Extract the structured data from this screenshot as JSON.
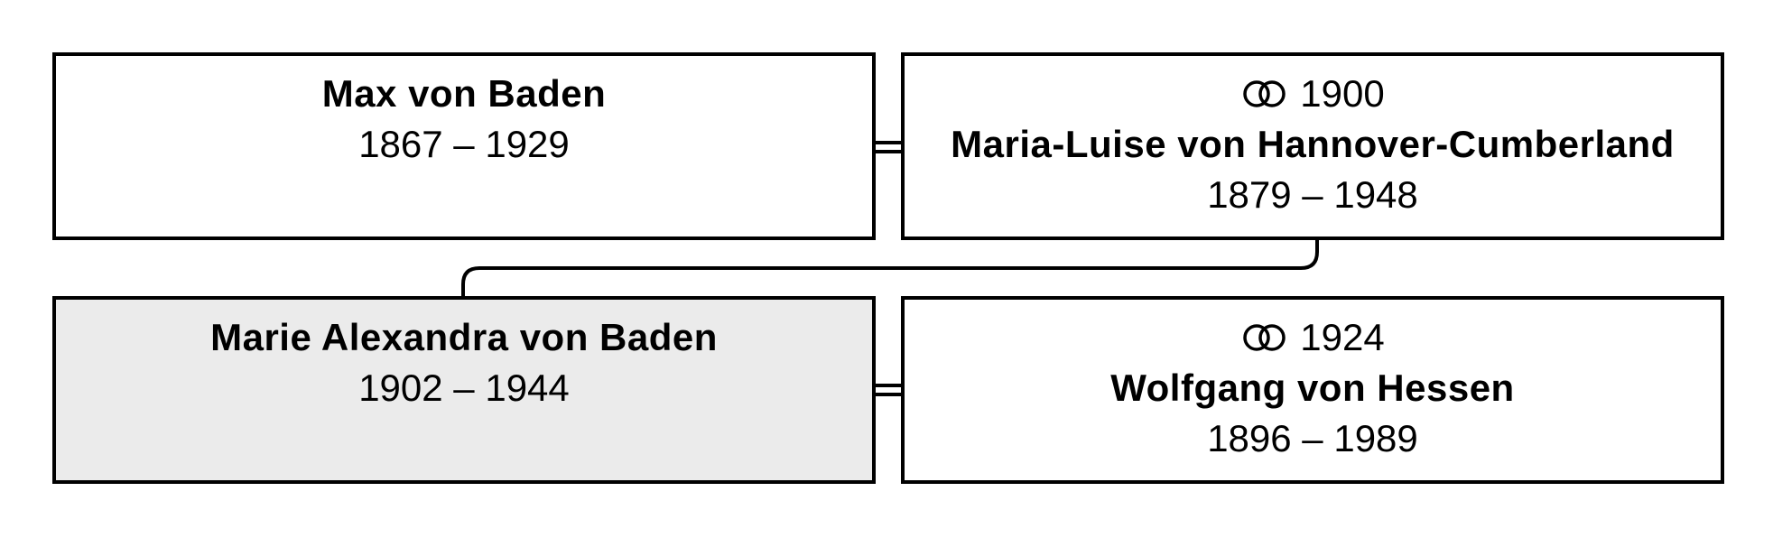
{
  "persons": [
    {
      "name": "Max von Baden",
      "dates": "1867 – 1929",
      "highlighted": false
    },
    {
      "marriage_year": "1900",
      "name": "Maria-Luise von Hannover-Cumberland",
      "dates": "1879 – 1948",
      "highlighted": false
    },
    {
      "name": "Marie Alexandra von Baden",
      "dates": "1902 – 1944",
      "highlighted": true
    },
    {
      "marriage_year": "1924",
      "name": "Wolfgang von Hessen",
      "dates": "1896 – 1989",
      "highlighted": false
    }
  ],
  "icons": {
    "marriage": "wedding-rings-icon"
  },
  "colors": {
    "border": "#000000",
    "highlight_fill": "#ebebeb",
    "box_fill": "#ffffff"
  }
}
